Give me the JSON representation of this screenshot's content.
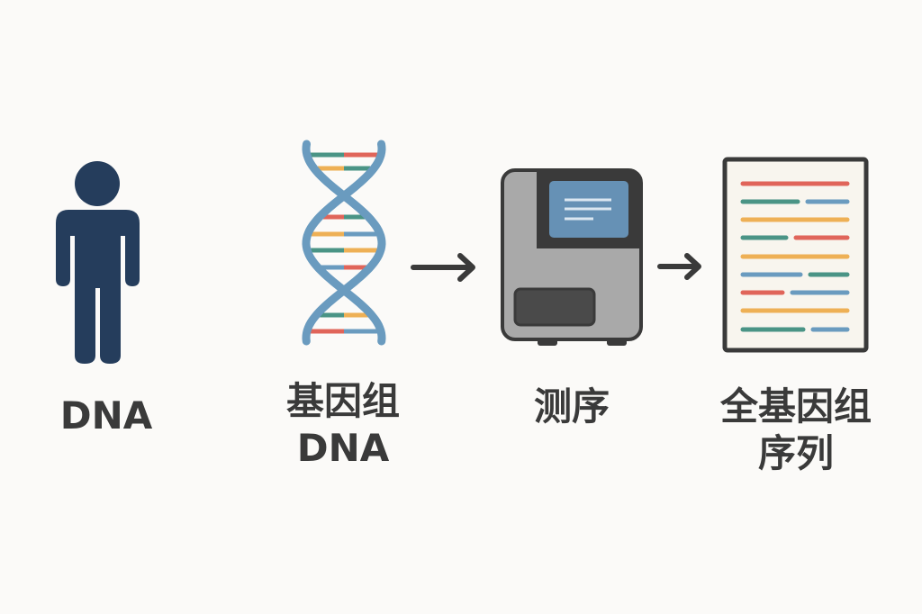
{
  "steps": [
    {
      "icon": "person-icon",
      "label_lines": [
        "DNA"
      ]
    },
    {
      "icon": "dna-helix-icon",
      "label_lines": [
        "基因组",
        "DNA"
      ]
    },
    {
      "icon": "sequencer-machine-icon",
      "label_lines": [
        "测序"
      ]
    },
    {
      "icon": "sequence-document-icon",
      "label_lines": [
        "全基因组",
        "序列"
      ]
    }
  ],
  "colors": {
    "person": "#253d5c",
    "strand": "#6a9bbf",
    "red": "#e0655a",
    "teal": "#4a9485",
    "blue": "#6a9bbf",
    "orange": "#eeb055",
    "dark": "#3a3a3a",
    "machine_body": "#a9a9a9",
    "screen": "#6691b5",
    "paper": "#f8f5ee"
  },
  "dna_rungs": [
    [
      "teal",
      "red"
    ],
    [
      "orange",
      "teal"
    ],
    [
      "red",
      "teal"
    ],
    [
      "orange",
      "blue"
    ],
    [
      "teal",
      "orange"
    ],
    [
      "blue",
      "red"
    ],
    [
      "teal",
      "orange"
    ],
    [
      "red",
      "blue"
    ]
  ],
  "document_lines": [
    [
      "red"
    ],
    [
      "teal",
      "blue"
    ],
    [
      "orange"
    ],
    [
      "teal",
      "red"
    ],
    [
      "orange"
    ],
    [
      "blue",
      "teal"
    ],
    [
      "red",
      "blue"
    ],
    [
      "orange"
    ],
    [
      "teal",
      "blue"
    ]
  ]
}
